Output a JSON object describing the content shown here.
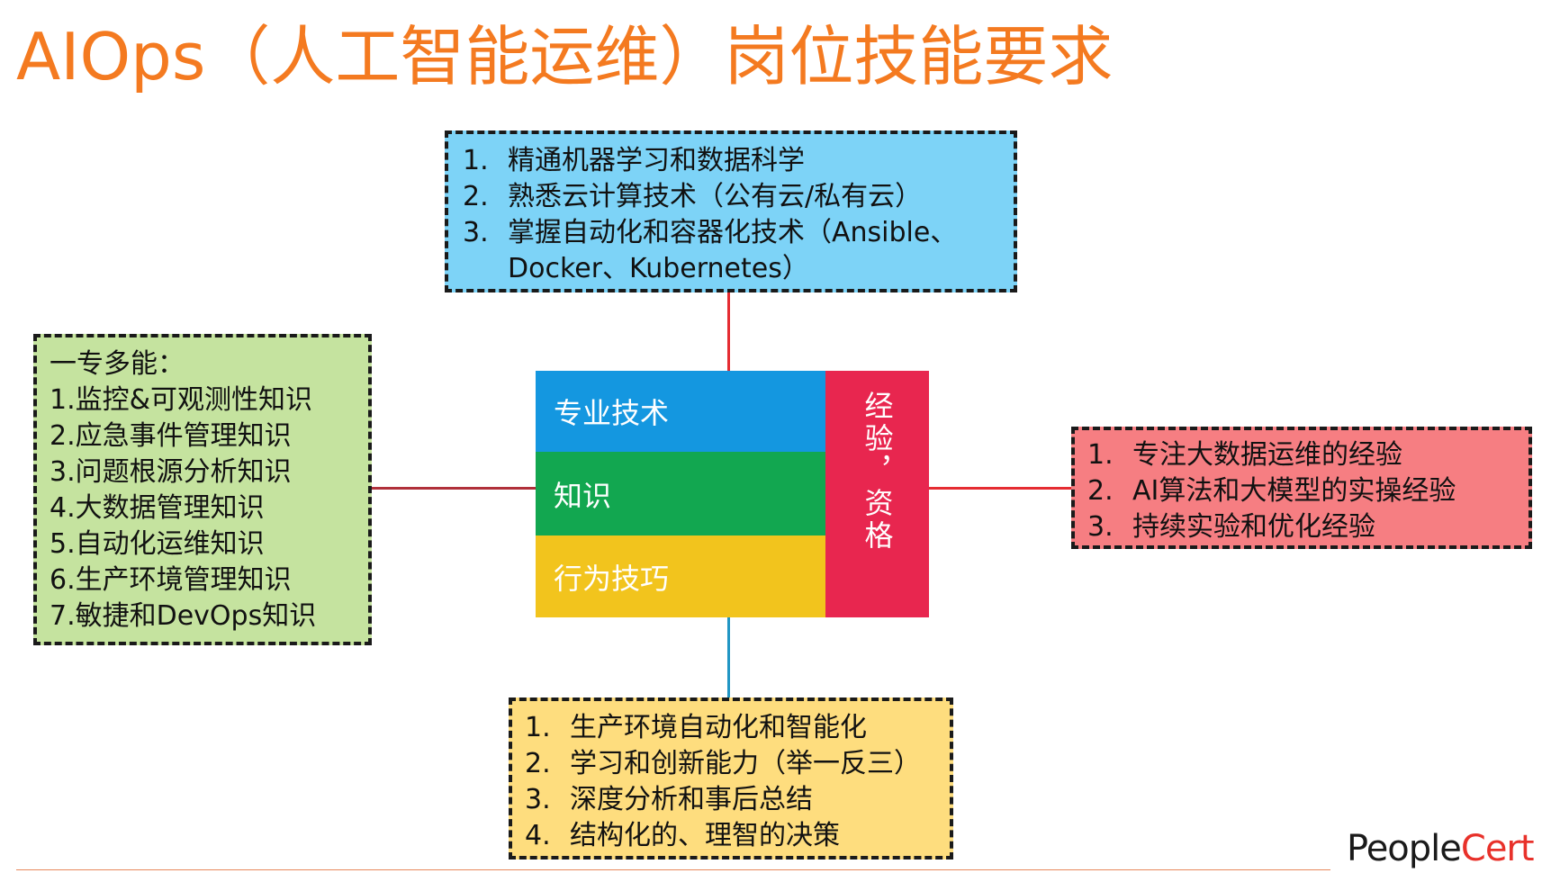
{
  "title": "AIOps（人工智能运维）岗位技能要求",
  "core": {
    "band_professional": "专业技术",
    "band_knowledge": "知识",
    "band_behavior": "行为技巧",
    "band_experience": "经验，资格"
  },
  "top_box": {
    "items": [
      {
        "num": "1.",
        "text": "精通机器学习和数据科学"
      },
      {
        "num": "2.",
        "text": "熟悉云计算技术（公有云/私有云）"
      },
      {
        "num": "3.",
        "text": "掌握自动化和容器化技术（Ansible、Docker、Kubernetes）"
      }
    ]
  },
  "left_box": {
    "heading": "一专多能：",
    "items": [
      "1.监控&可观测性知识",
      "2.应急事件管理知识",
      "3.问题根源分析知识",
      "4.大数据管理知识",
      "5.自动化运维知识",
      "6.生产环境管理知识",
      "7.敏捷和DevOps知识"
    ]
  },
  "right_box": {
    "items": [
      {
        "num": "1.",
        "text": "专注大数据运维的经验"
      },
      {
        "num": "2.",
        "text": "AI算法和大模型的实操经验"
      },
      {
        "num": "3.",
        "text": "持续实验和优化经验"
      }
    ]
  },
  "bottom_box": {
    "items": [
      {
        "num": "1.",
        "text": "生产环境自动化和智能化"
      },
      {
        "num": "2.",
        "text": "学习和创新能力（举一反三）"
      },
      {
        "num": "3.",
        "text": "深度分析和事后总结"
      },
      {
        "num": "4.",
        "text": "结构化的、理智的决策"
      }
    ]
  },
  "logo": {
    "part1": "People",
    "part2": "Cert"
  },
  "colors": {
    "title": "#f47a20",
    "top_box": "#7dd3f7",
    "left_box": "#c5e39f",
    "right_box": "#f67e82",
    "bottom_box": "#fedd7e",
    "band_professional": "#1497e0",
    "band_knowledge": "#12a750",
    "band_behavior": "#f2c41d",
    "band_experience": "#e8264f"
  }
}
